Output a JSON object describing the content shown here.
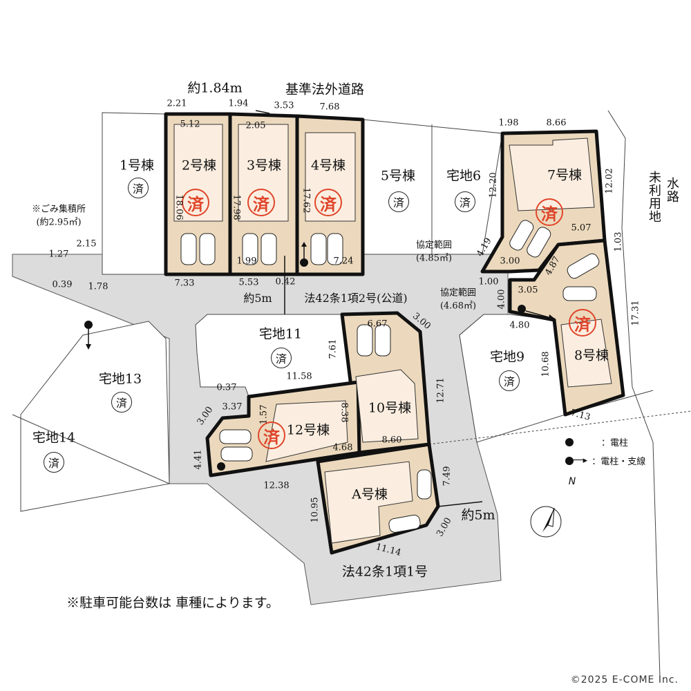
{
  "colors": {
    "road": "#dcdcdc",
    "lot": "#ecd9bd",
    "building": "#fbeee0",
    "border": "#111111",
    "stamp": "#e0452a"
  },
  "lots": [
    {
      "label": "1号棟",
      "status": "済",
      "stamp": "plain"
    },
    {
      "label": "2号棟",
      "status": "済",
      "stamp": "red"
    },
    {
      "label": "3号棟",
      "status": "済",
      "stamp": "red"
    },
    {
      "label": "4号棟",
      "status": "済",
      "stamp": "red"
    },
    {
      "label": "5号棟",
      "status": "済",
      "stamp": "plain"
    },
    {
      "label": "宅地6",
      "status": "済",
      "stamp": "plain"
    },
    {
      "label": "7号棟",
      "status": "済",
      "stamp": "red"
    },
    {
      "label": "8号棟",
      "status": "済",
      "stamp": "red"
    },
    {
      "label": "宅地9",
      "status": "済",
      "stamp": "plain"
    },
    {
      "label": "10号棟",
      "status": "",
      "stamp": "none"
    },
    {
      "label": "宅地11",
      "status": "済",
      "stamp": "plain"
    },
    {
      "label": "12号棟",
      "status": "済",
      "stamp": "red"
    },
    {
      "label": "宅地13",
      "status": "済",
      "stamp": "plain"
    },
    {
      "label": "宅地14",
      "status": "済",
      "stamp": "plain"
    },
    {
      "label": "A号棟",
      "status": "",
      "stamp": "none"
    }
  ],
  "dimensions": [
    "2.21",
    "1.94",
    "3.53",
    "7.68",
    "5.12",
    "2.05",
    "18.06",
    "17.98",
    "17.62",
    "1.99",
    "7.24",
    "7.33",
    "5.53",
    "0.42",
    "2.15",
    "1.27",
    "0.39",
    "1.78",
    "1.98",
    "8.66",
    "12.20",
    "12.02",
    "5.07",
    "4.19",
    "3.00",
    "1.00",
    "4.87",
    "1.03",
    "3.05",
    "4.00",
    "4.80",
    "17.31",
    "10.68",
    "7.13",
    "6.67",
    "3.00",
    "7.61",
    "12.71",
    "11.58",
    "0.37",
    "3.37",
    "3.00",
    "1.57",
    "8.38",
    "4.68",
    "8.60",
    "4.41",
    "12.38",
    "7.49",
    "10.95",
    "11.14",
    "3.00"
  ],
  "annotations": {
    "width_184": "約1.84m",
    "non_standard_road": "基準法外道路",
    "road_width_top": "約5m",
    "public_road": "法42条1項2号(公道)",
    "agreement_1_title": "協定範囲",
    "agreement_1_area": "(4.85㎡)",
    "agreement_2_title": "協定範囲",
    "agreement_2_area": "(4.68㎡)",
    "unused_land": "未利用地",
    "waterway": "水路",
    "road_width_bottom": "約5m",
    "road_1_1": "法42条1項1号",
    "garbage_title": "※ごみ集積所",
    "garbage_area": "(約2.95㎡)",
    "parking_note": "※駐車可能台数は 車種によります。"
  },
  "legend": {
    "pole": "：電柱",
    "pole_guy": "：電柱・支線"
  },
  "north": "N",
  "copyright": "©2025  E-COME Inc."
}
